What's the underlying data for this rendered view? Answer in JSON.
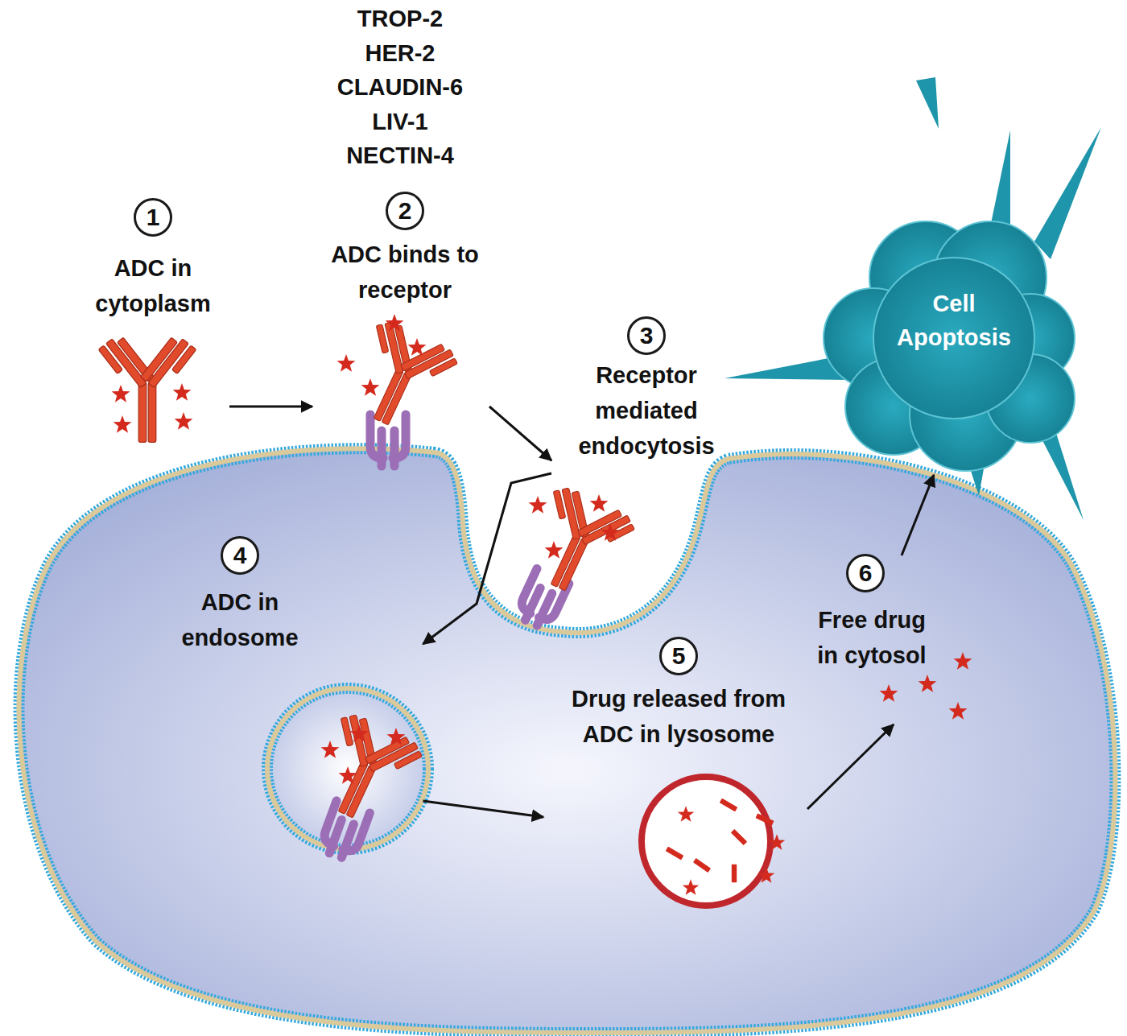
{
  "diagram": {
    "nodes": [
      {
        "text": [
          "1",
          "ADC in cytoplasm"
        ]
      },
      {
        "text": [
          "2",
          "ADC binds to receptor"
        ]
      },
      {
        "text": [
          "3",
          "Receptor mediated endocytosis"
        ]
      },
      {
        "text": [
          "4",
          "ADC in endosome"
        ]
      },
      {
        "text": [
          "5",
          "Drug released from ADC in lysosome"
        ]
      },
      {
        "text": [
          "6",
          "Free drug in cytosol"
        ]
      },
      {
        "text": [
          "Cell Apoptosis"
        ]
      }
    ],
    "edges": [
      {
        "from": 0,
        "to": 1,
        "arrow": "to"
      },
      {
        "from": 1,
        "to": 2,
        "arrow": "to"
      },
      {
        "from": 2,
        "to": 3,
        "arrow": "to"
      },
      {
        "from": 3,
        "to": 4,
        "arrow": "to"
      },
      {
        "from": 4,
        "to": 5,
        "arrow": "to"
      },
      {
        "from": 5,
        "to": 6,
        "arrow": "to"
      }
    ],
    "labels": [
      "TROP-2",
      "HER-2",
      "CLAUDIN-6",
      "LIV-1",
      "NECTIN-4"
    ]
  }
}
